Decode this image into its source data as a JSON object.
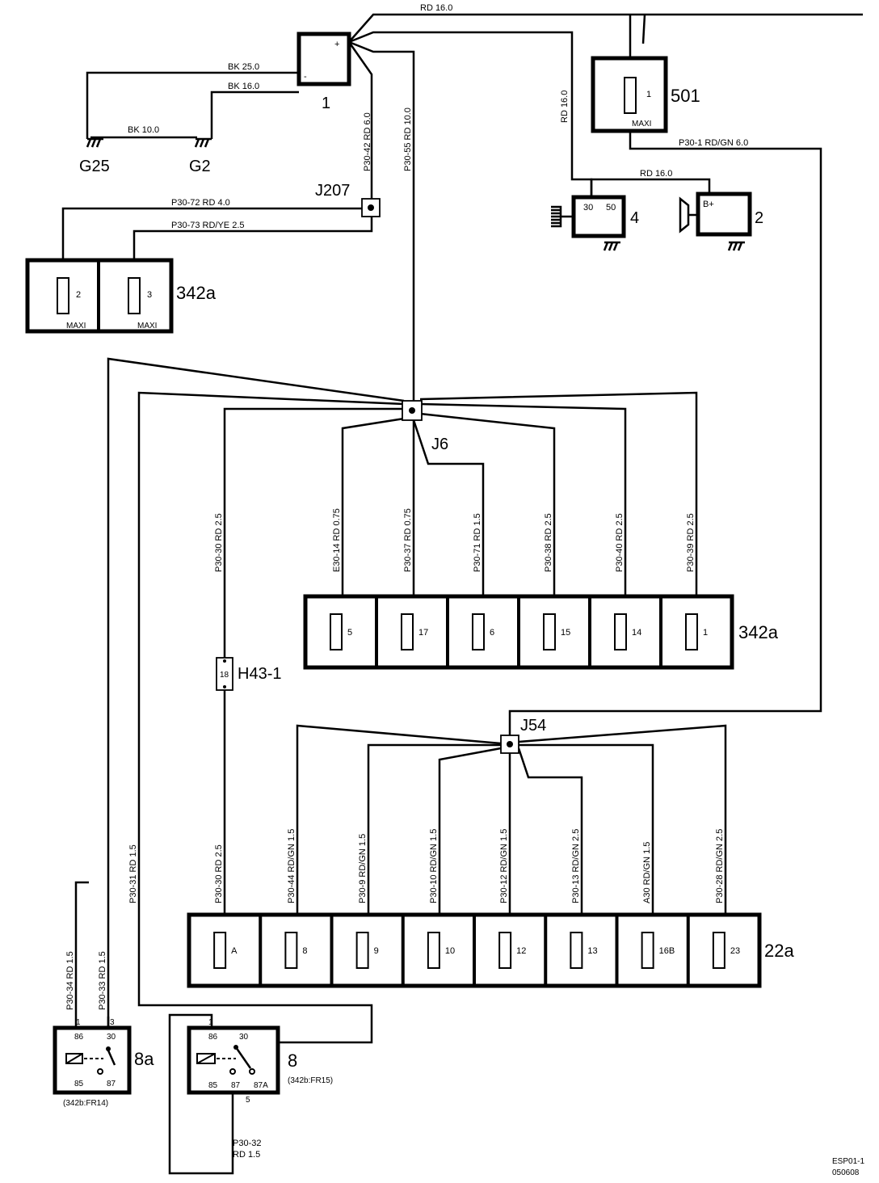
{
  "wires": {
    "rd16_top": "RD   16.0",
    "bk25": "BK  25.0",
    "bk16": "BK  16.0",
    "bk10": "BK 10.0",
    "p30_42": "P30-42  RD  6.0",
    "p30_55": "P30-55  RD  10.0",
    "rd16_v": "RD  16.0",
    "p30_1": "P30-1      RD/GN   6.0",
    "rd16_h": "RD  16.0",
    "p30_72": "P30-72  RD   4.0",
    "p30_73": "P30-73      RD/YE    2.5",
    "p30_30a": "P30-30   RD  2.5",
    "e30_14": "E30-14   RD  0.75",
    "p30_37": "P30-37   RD  0.75",
    "p30_71": "P30-71   RD  1.5",
    "p30_38": "P30-38   RD  2.5",
    "p30_40": "P30-40   RD  2.5",
    "p30_39": "P30-39   RD  2.5",
    "p30_30b": "P30-30     RD  2.5",
    "p30_44": "P30-44      RD/GN  1.5",
    "p30_9": "P30-9      RD/GN  1.5",
    "p30_10": "P30-10      RD/GN  1.5",
    "p30_12": "P30-12      RD/GN  1.5",
    "p30_13": "P30-13      RD/GN  2.5",
    "a30": "A30   RD/GN  1.5",
    "p30_28": "P30-28      RD/GN  2.5",
    "p30_31": "P30-31   RD   1.5",
    "p30_34": "P30-34   RD   1.5",
    "p30_33": "P30-33   RD   1.5",
    "p30_32a": "P30-32",
    "p30_32b": "RD 1.5"
  },
  "components": {
    "battery": "1",
    "battery_plus": "+",
    "battery_minus": "-",
    "g25": "G25",
    "g2": "G2",
    "j207": "J207",
    "c501": "501",
    "c501_fuse": "1",
    "maxi": "MAXI",
    "starter": "4",
    "starter_30": "30",
    "starter_50": "50",
    "gen": "2",
    "gen_b": "B+",
    "c342a_top": "342a",
    "c342a_f1": "2",
    "c342a_f2": "3",
    "j6": "J6",
    "c342a_mid": "342a",
    "mid_fuses": [
      "5",
      "17",
      "6",
      "15",
      "14",
      "1"
    ],
    "h43": "H43-1",
    "h43_pin": "18",
    "j54": "J54",
    "c22a": "22a",
    "bottom_fuses": [
      "A",
      "8",
      "9",
      "10",
      "12",
      "13",
      "16B",
      "23"
    ],
    "relay8a": "8a",
    "relay8a_pins": {
      "p1": "1",
      "p3": "3",
      "p86": "86",
      "p30": "30",
      "p85": "85",
      "p87": "87"
    },
    "relay8a_ref": "(342b:FR14)",
    "relay8": "8",
    "relay8_pins": {
      "p1": "1",
      "p86": "86",
      "p30": "30",
      "p85": "85",
      "p87": "87",
      "p87a": "87A",
      "p5": "5"
    },
    "relay8_ref": "(342b:FR15)"
  },
  "footer": {
    "code": "ESP01-1",
    "date": "050608"
  }
}
